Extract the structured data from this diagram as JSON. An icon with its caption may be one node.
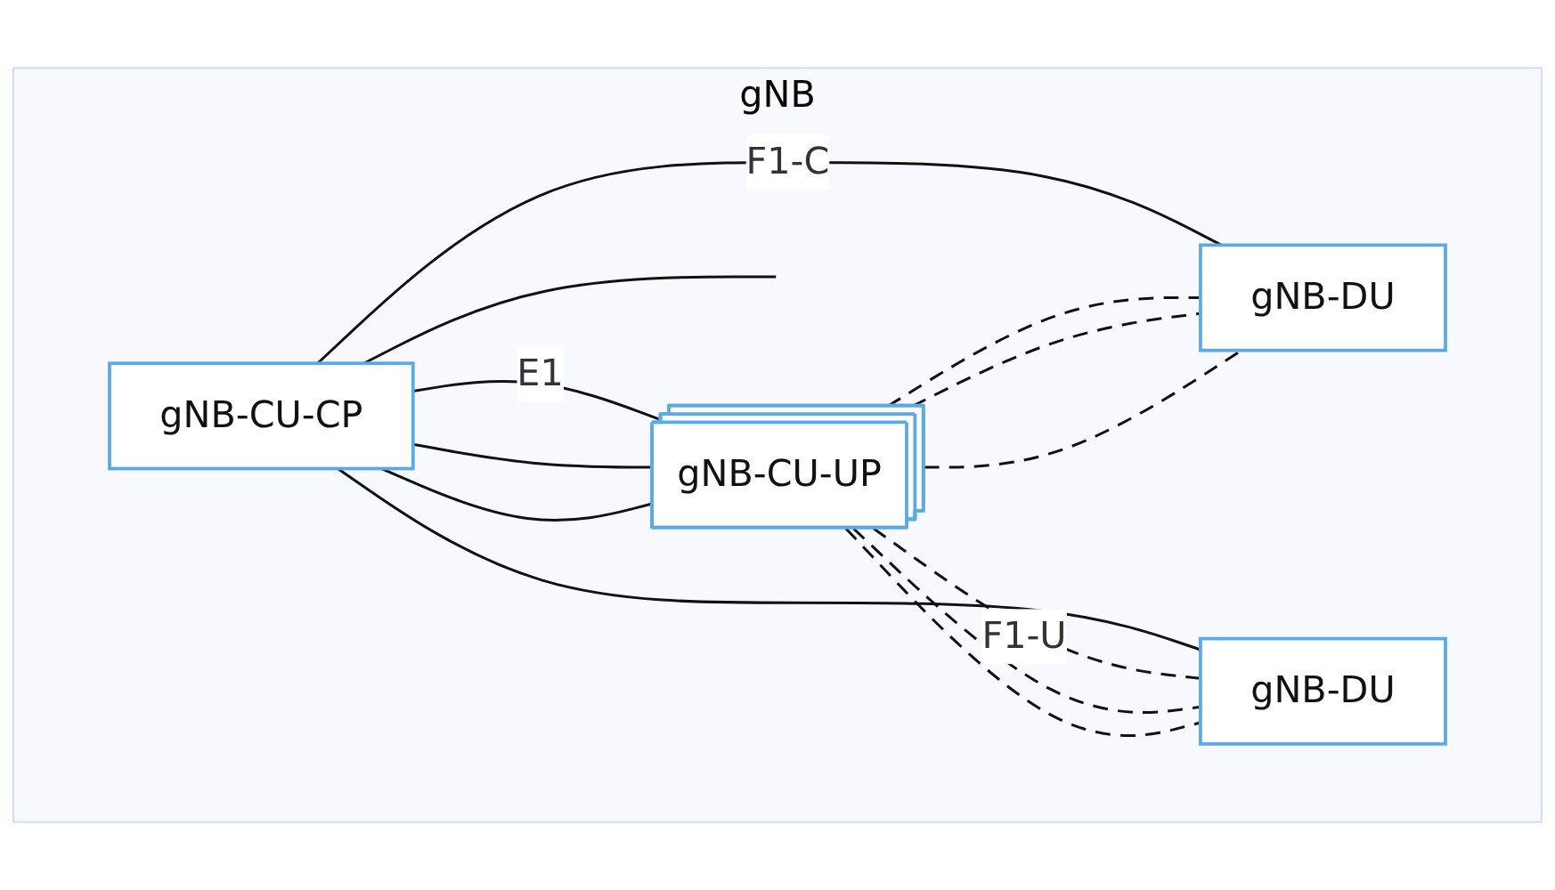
{
  "diagram": {
    "nodes": [
      {
        "text": [
          "gNB"
        ]
      },
      {
        "text": [
          "gNB-CU-CP"
        ],
        "in": 0
      },
      {
        "text": [
          "gNB-CU-UP"
        ],
        "in": 0
      },
      {
        "text": [
          "gNB-DU"
        ],
        "in": 0
      },
      {
        "text": [
          "gNB-DU"
        ],
        "in": 0
      }
    ],
    "edges": [
      {
        "from": 1,
        "to": 2,
        "arrow": "none",
        "label": "E1"
      },
      {
        "from": 1,
        "to": 2,
        "arrow": "none"
      },
      {
        "from": 1,
        "to": 2,
        "arrow": "none"
      },
      {
        "from": 1,
        "to": 3,
        "arrow": "none",
        "label": "F1-C"
      },
      {
        "from": 1,
        "to": 4,
        "arrow": "none"
      },
      {
        "from": 1,
        "to": null,
        "arrow": "none"
      },
      {
        "from": 2,
        "to": 3,
        "arrow": "none",
        "style": "dashed"
      },
      {
        "from": 2,
        "to": 3,
        "arrow": "none",
        "style": "dashed"
      },
      {
        "from": 2,
        "to": 3,
        "arrow": "none",
        "style": "dashed"
      },
      {
        "from": 2,
        "to": 4,
        "arrow": "none",
        "style": "dashed",
        "label": "F1-U"
      },
      {
        "from": 2,
        "to": 4,
        "arrow": "none",
        "style": "dashed"
      },
      {
        "from": 2,
        "to": 4,
        "arrow": "none",
        "style": "dashed"
      }
    ]
  }
}
